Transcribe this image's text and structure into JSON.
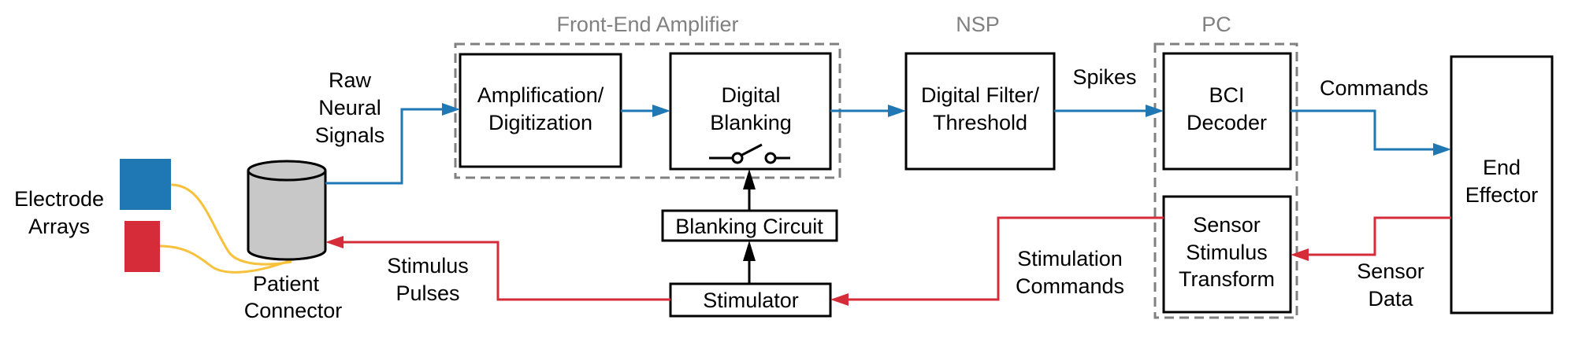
{
  "diagram": {
    "groups": {
      "front_end": "Front-End Amplifier",
      "nsp": "NSP",
      "pc": "PC"
    },
    "blocks": {
      "amplification": [
        "Amplification/",
        "Digitization"
      ],
      "digital_blanking": [
        "Digital",
        "Blanking"
      ],
      "digital_filter": [
        "Digital Filter/",
        "Threshold"
      ],
      "bci_decoder": [
        "BCI",
        "Decoder"
      ],
      "sensor_transform": [
        "Sensor",
        "Stimulus",
        "Transform"
      ],
      "end_effector": [
        "End",
        "Effector"
      ],
      "blanking_circuit": "Blanking Circuit",
      "stimulator": "Stimulator"
    },
    "labels": {
      "electrode_arrays": [
        "Electrode",
        "Arrays"
      ],
      "patient_connector": [
        "Patient",
        "Connector"
      ],
      "raw_neural_signals": [
        "Raw",
        "Neural",
        "Signals"
      ],
      "spikes": "Spikes",
      "commands": "Commands",
      "stimulation_commands": [
        "Stimulation",
        "Commands"
      ],
      "stimulus_pulses": [
        "Stimulus",
        "Pulses"
      ],
      "sensor_data": [
        "Sensor",
        "Data"
      ]
    },
    "colors": {
      "signal_path": "#1f77b4",
      "stimulation_path": "#d62c3a",
      "control_path": "#000000",
      "group_border": "#808080",
      "electrode_array_1": "#1f77b4",
      "electrode_array_2": "#d62c3a",
      "electrode_wires": "#f7c13b",
      "connector_fill": "#c8c8c8"
    }
  }
}
